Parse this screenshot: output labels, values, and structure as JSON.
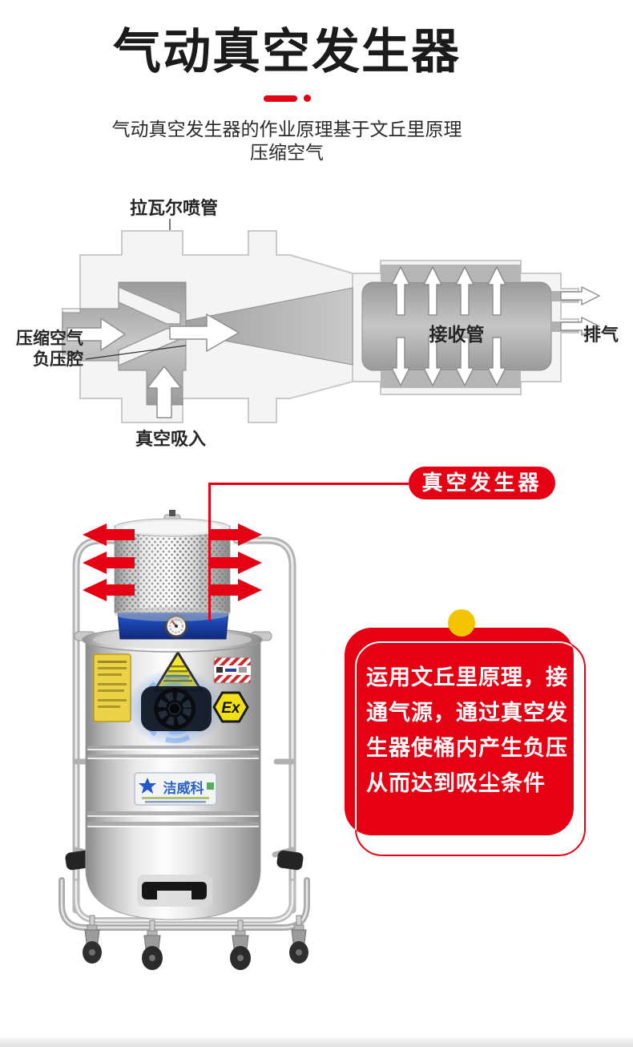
{
  "colors": {
    "accent_red": "#e60014",
    "accent_yellow": "#f5c400",
    "product_blue_band": "#1d4fc0",
    "diagram_body_gray": "#f4f4f4",
    "diagram_flow_gray": "#a9a9a9"
  },
  "header": {
    "title": "气动真空发生器",
    "subtitle_line1": "气动真空发生器的作业原理基于文丘里原理",
    "subtitle_line2": "压缩空气"
  },
  "diagram": {
    "labels": {
      "laval_nozzle": "拉瓦尔喷管",
      "compressed_air": "压缩空气",
      "negative_pressure_chamber": "负压腔",
      "vacuum_suction": "真空吸入",
      "receiver_tube": "接收管",
      "exhaust": "排气"
    }
  },
  "callout": {
    "badge_label": "真空发生器"
  },
  "principle_box": {
    "lines": [
      "运用文丘里原理，接",
      "通气源，通过真空发",
      "生器使桶内产生负压",
      "从而达到吸尘条件"
    ]
  },
  "product": {
    "brand_label": "洁威科",
    "ex_mark": "Ex"
  }
}
